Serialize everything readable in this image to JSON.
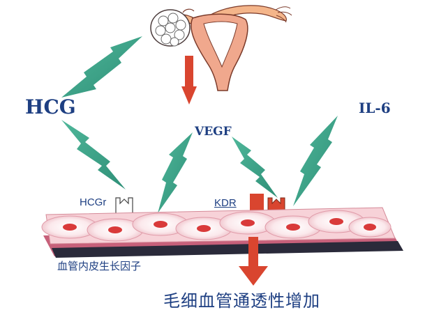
{
  "labels": {
    "hcg": "HCG",
    "vegf": "VEGF",
    "il6": "IL-6",
    "hcg_receptor": "HCGr",
    "kdr": "KDR",
    "endothelial_growth_factor": "血管内皮生长因子",
    "result": "毛细血管通透性增加"
  },
  "colors": {
    "text": "#1e3f82",
    "arrow_green": "#3aa68c",
    "arrow_red": "#d9452f",
    "cell_pink": "#f2c9cf",
    "nucleus_red": "#d93a3a",
    "membrane_dark": "#2a2a3a"
  }
}
